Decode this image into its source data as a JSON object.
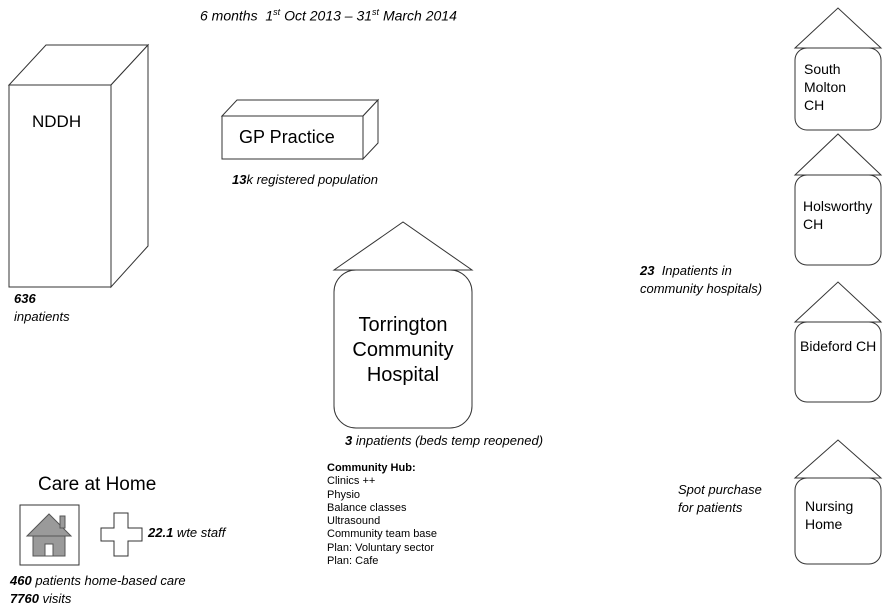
{
  "period": {
    "prefix": "6 months",
    "start_day": "1",
    "start_sup": "st",
    "start_rest": "Oct 2013 – 31",
    "end_sup": "st",
    "end_rest": "March 2014"
  },
  "nddh": {
    "label": "NDDH",
    "count": "636",
    "count_suffix": "inpatients"
  },
  "gp": {
    "label": "GP Practice",
    "population_value": "13",
    "population_rest": "k registered population"
  },
  "torrington": {
    "label_lines": [
      "Torrington",
      "Community",
      "Hospital"
    ],
    "inpatients_value": "3",
    "inpatients_rest": " inpatients (beds temp reopened)"
  },
  "community_hub": {
    "title": "Community Hub:",
    "items": [
      "Clinics ++",
      "Physio",
      "Balance classes",
      "Ultrasound",
      "Community team base",
      "Plan: Voluntary sector",
      "Plan: Cafe"
    ]
  },
  "care_at_home": {
    "title": "Care at Home",
    "staff_value": "22.1",
    "staff_rest": " wte staff",
    "patients_value": "460",
    "patients_rest": " patients home-based care",
    "visits_value": "7760",
    "visits_rest": " visits"
  },
  "community_hospitals": {
    "summary_value": "23",
    "summary_line1": "  Inpatients in",
    "summary_line2": "community hospitals)",
    "south_molton": [
      "South",
      "Molton",
      "CH"
    ],
    "holsworthy": [
      "Holsworthy",
      "CH"
    ],
    "bideford": [
      "Bideford CH"
    ]
  },
  "nursing_home": {
    "label_lines": [
      "Nursing",
      "Home"
    ],
    "note_lines": [
      "Spot purchase",
      "for patients"
    ]
  }
}
